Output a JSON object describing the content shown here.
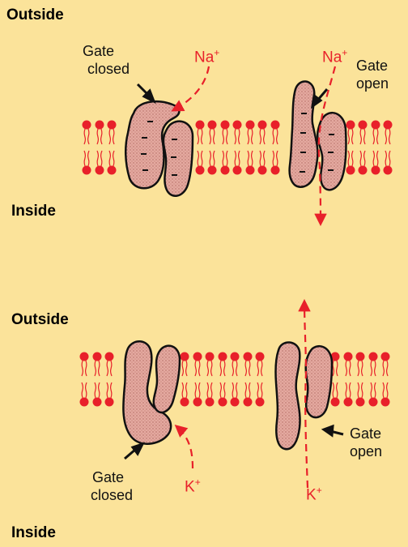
{
  "top_panel": {
    "outside_label": "Outside",
    "inside_label": "Inside",
    "closed_gate_label": [
      "Gate",
      "closed"
    ],
    "open_gate_label": [
      "Gate",
      "open"
    ],
    "ion_left": {
      "symbol": "Na",
      "charge": "+"
    },
    "ion_right": {
      "symbol": "Na",
      "charge": "+"
    }
  },
  "bottom_panel": {
    "outside_label": "Outside",
    "inside_label": "Inside",
    "closed_gate_label": [
      "Gate",
      "closed"
    ],
    "open_gate_label": [
      "Gate",
      "open"
    ],
    "ion_left": {
      "symbol": "K",
      "charge": "+"
    },
    "ion_right": {
      "symbol": "K",
      "charge": "+"
    }
  },
  "charge_mark": "–",
  "colors": {
    "background": "#fbe39a",
    "lipid": "#e8202a",
    "protein_fill": "#e4a9a0",
    "protein_stipple": "#b0685f",
    "arrow": "#e8202a",
    "outline": "#111111"
  }
}
